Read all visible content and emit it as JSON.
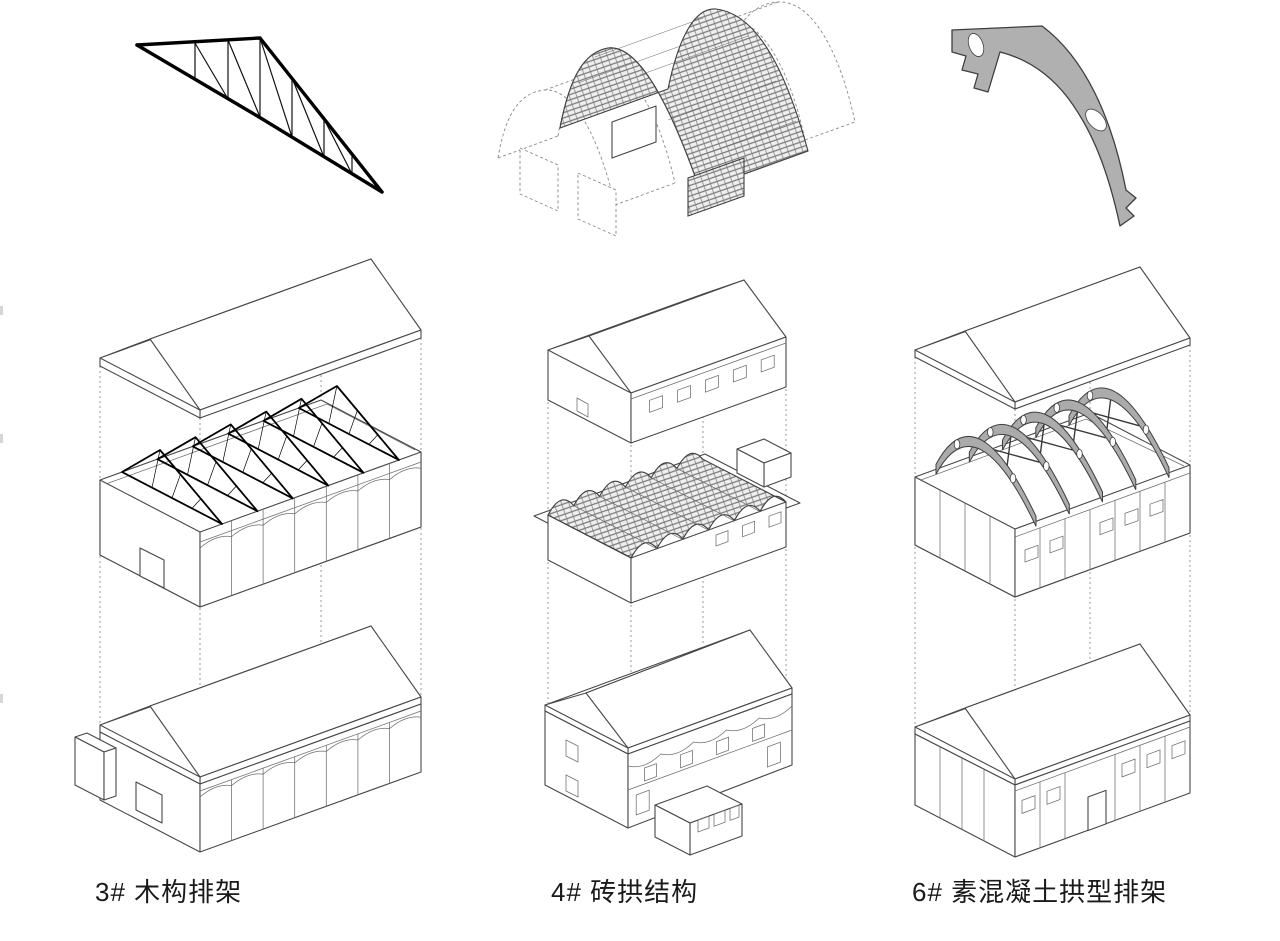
{
  "figure": {
    "type": "exploded axonometric structural diagram",
    "description": "Three historic industrial buildings shown as exploded axonometrics: roof layer, roof-structure layer and building volume, each with a structural detail above",
    "columns": [
      {
        "id": "3#",
        "label": "木构排架",
        "caption": "3# 木构排架",
        "detail_name": "timber-roof-truss",
        "layers": [
          "gable-roof",
          "timber-truss-frame",
          "building-volume"
        ]
      },
      {
        "id": "4#",
        "label": "砖拱结构",
        "caption": "4# 砖拱结构",
        "detail_name": "brick-barrel-vault",
        "layers": [
          "pitched-roof-volume",
          "brick-vault-roof",
          "building-volume"
        ]
      },
      {
        "id": "6#",
        "label": "素混凝土拱型排架",
        "caption": "6# 素混凝土拱型排架",
        "detail_name": "plain-concrete-arch",
        "layers": [
          "gable-roof",
          "concrete-arch-frame",
          "building-volume"
        ]
      }
    ],
    "palette": {
      "background": "#ffffff",
      "line": "#474747",
      "truss_black": "#000000",
      "concrete_gray": "#b0b0b0",
      "arch_gray": "#ababab",
      "dashed_gray": "#909090",
      "caption_text": "#1a1a1a"
    }
  }
}
